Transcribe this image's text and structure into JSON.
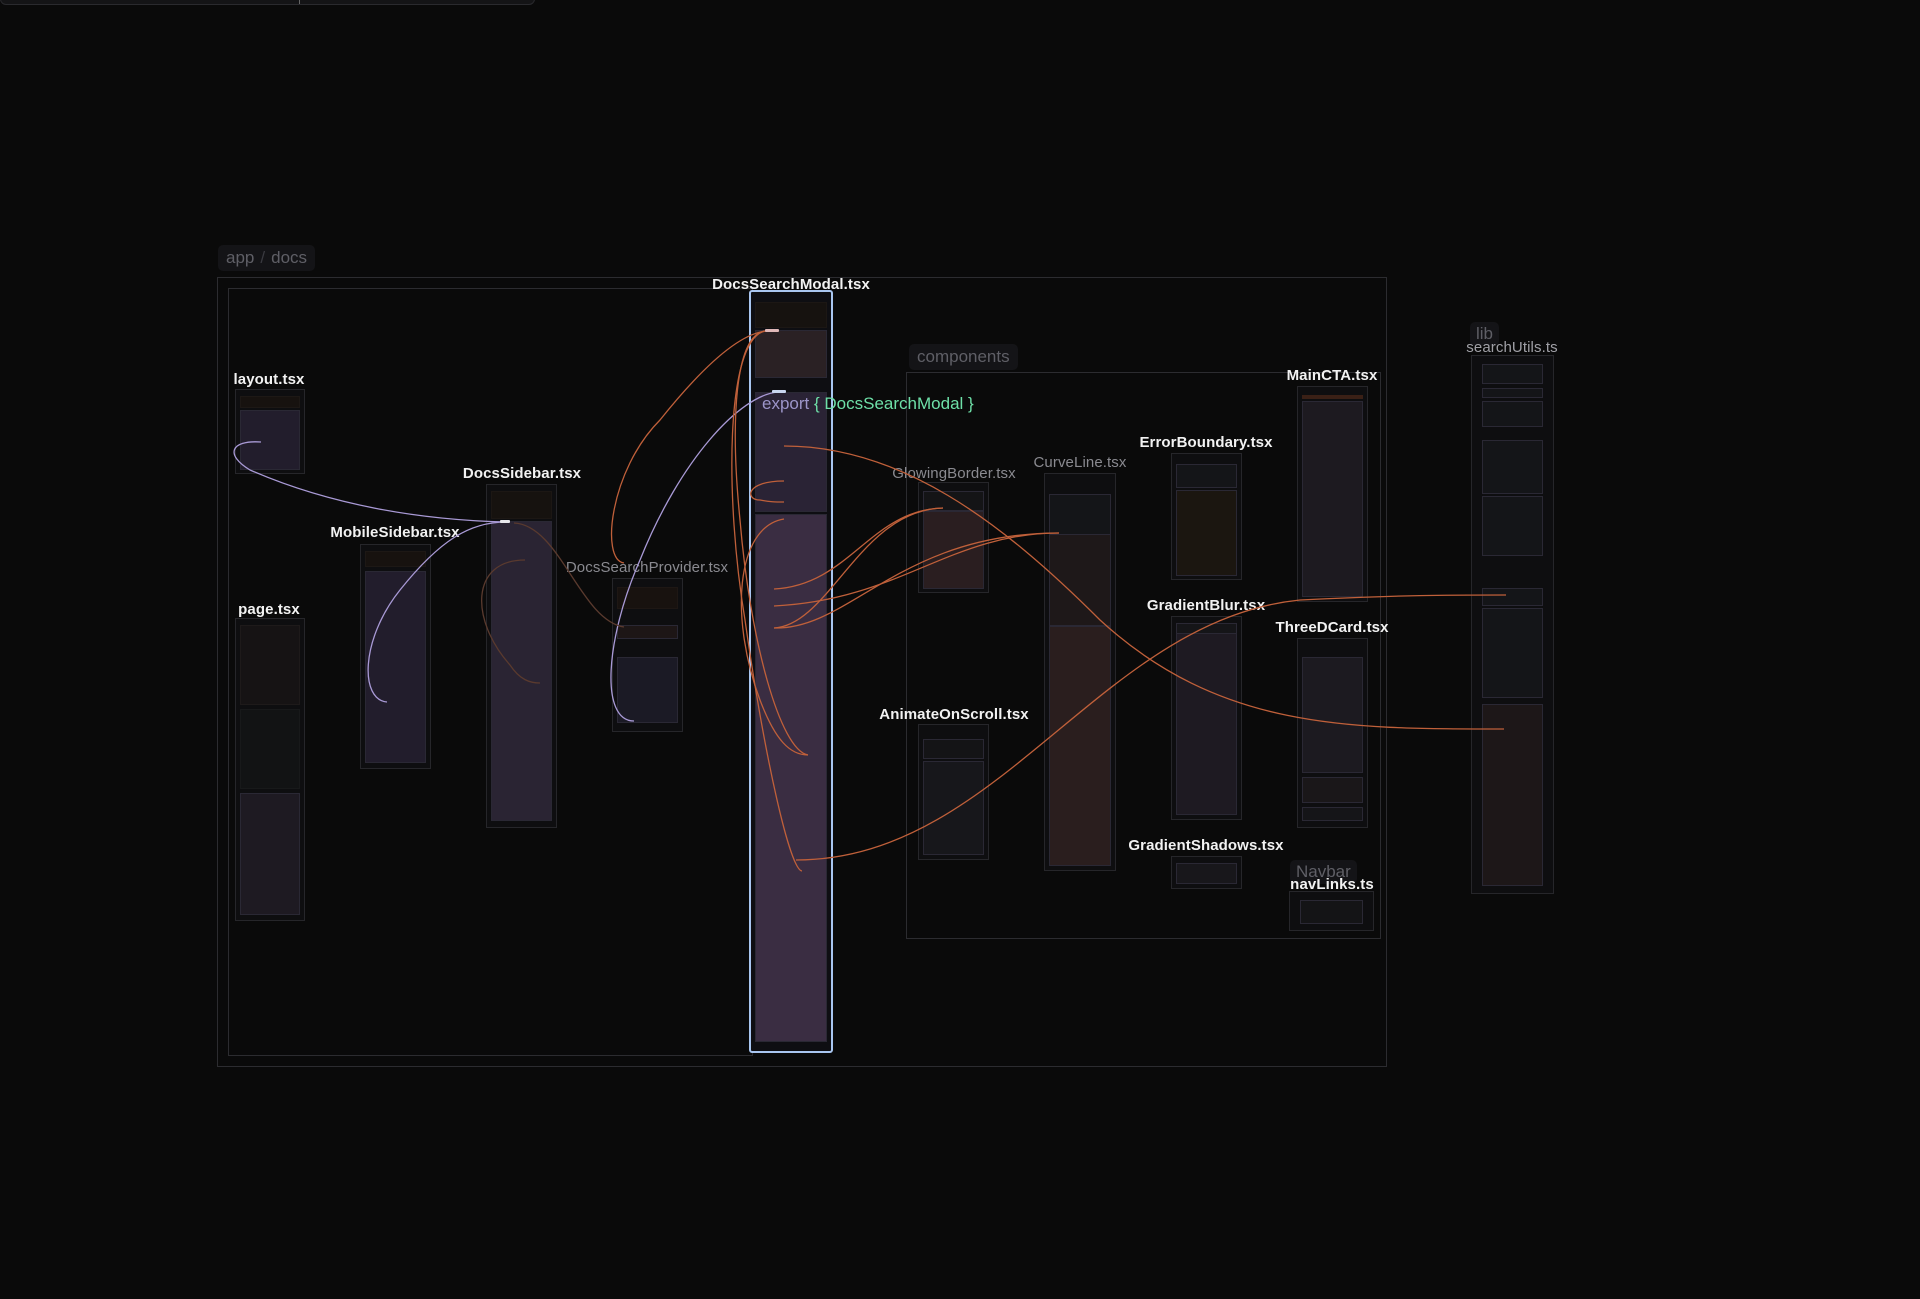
{
  "groups": {
    "app_docs": {
      "segments": [
        "app",
        "docs"
      ]
    },
    "components": {
      "label": "components"
    },
    "lib": {
      "label": "lib"
    },
    "navbar": {
      "label": "Navbar"
    }
  },
  "files": {
    "docs_search_modal": {
      "label": "DocsSearchModal.tsx",
      "selected": true
    },
    "layout": {
      "label": "layout.tsx"
    },
    "page": {
      "label": "page.tsx"
    },
    "mobile_sidebar": {
      "label": "MobileSidebar.tsx"
    },
    "docs_sidebar": {
      "label": "DocsSidebar.tsx"
    },
    "docs_search_provider": {
      "label": "DocsSearchProvider.tsx",
      "dimmed": true
    },
    "glowing_border": {
      "label": "GlowingBorder.tsx",
      "dimmed": true
    },
    "curve_line": {
      "label": "CurveLine.tsx",
      "dimmed": true
    },
    "error_boundary": {
      "label": "ErrorBoundary.tsx"
    },
    "main_cta": {
      "label": "MainCTA.tsx"
    },
    "gradient_blur": {
      "label": "GradientBlur.tsx"
    },
    "three_d_card": {
      "label": "ThreeDCard.tsx"
    },
    "animate_on_scroll": {
      "label": "AnimateOnScroll.tsx"
    },
    "gradient_shadows": {
      "label": "GradientShadows.tsx"
    },
    "nav_links": {
      "label": "navLinks.ts"
    },
    "search_utils": {
      "label": "searchUtils.ts",
      "dimmed": true
    }
  },
  "hover_export": {
    "keyword": "export",
    "open": "{",
    "symbol": "DocsSearchModal",
    "close": "}"
  },
  "colors": {
    "background": "#0a0a0a",
    "selection": "#a9c6f0",
    "internal_edge": "#a99ad6",
    "external_edge": "#c0603a",
    "export_symbol": "#6ee0a8"
  }
}
